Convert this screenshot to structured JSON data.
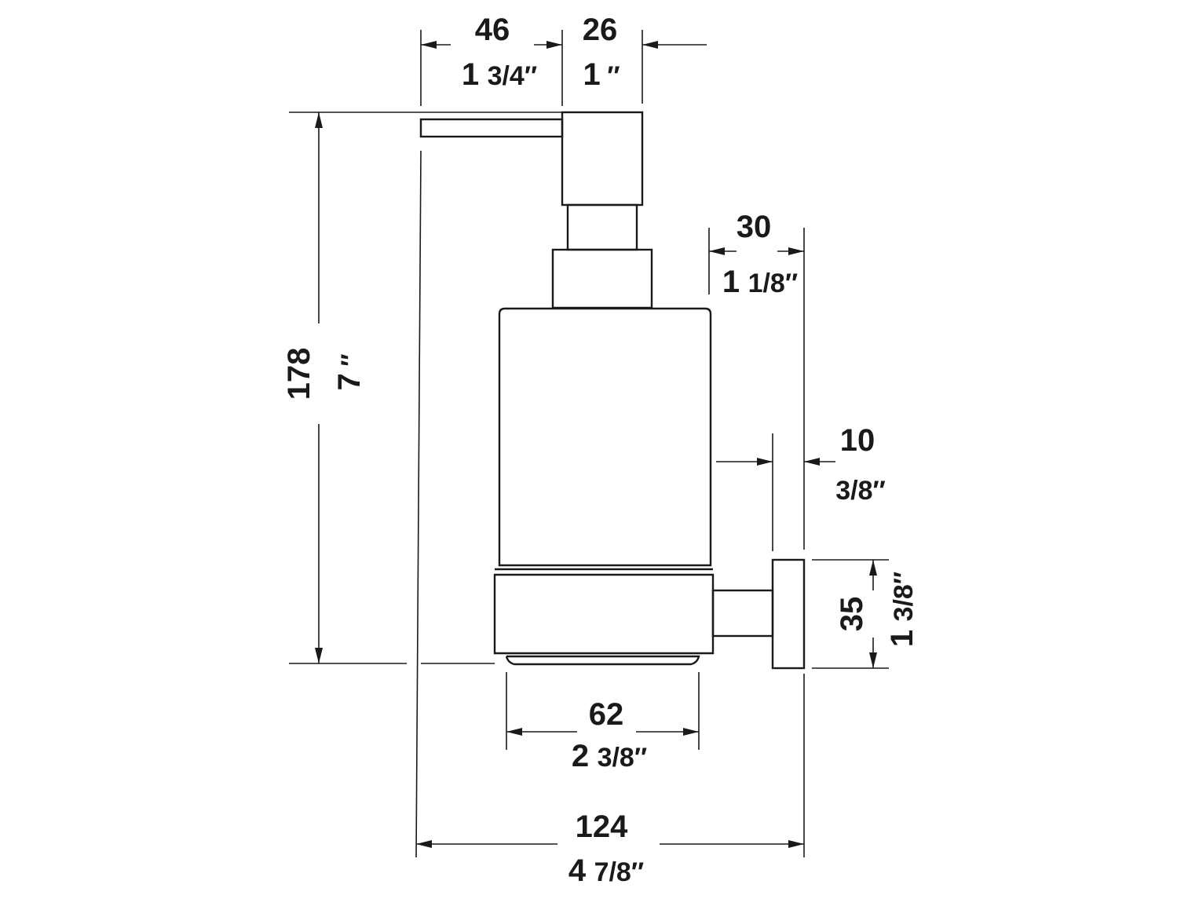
{
  "dimensions": {
    "spout_reach": {
      "mm": "46",
      "inch_whole": "1",
      "inch_frac": "3/4″"
    },
    "pump_head_width": {
      "mm": "26",
      "inch_whole": "1",
      "inch_frac": "″"
    },
    "wall_offset": {
      "mm": "30",
      "inch_whole": "1",
      "inch_frac": "1/8″"
    },
    "holder_gap": {
      "mm": "10",
      "inch_frac": "3/8″"
    },
    "rosette_height": {
      "mm": "35",
      "inch_whole": "1",
      "inch_frac": "3/8″"
    },
    "container_diameter": {
      "mm": "62",
      "inch_whole": "2",
      "inch_frac": "3/8″"
    },
    "total_depth": {
      "mm": "124",
      "inch_whole": "4",
      "inch_frac": "7/8″"
    },
    "total_height": {
      "mm": "178",
      "inch_whole": "7",
      "inch_frac": "″"
    }
  },
  "colors": {
    "line": "#1a1a1a",
    "background": "#ffffff"
  }
}
